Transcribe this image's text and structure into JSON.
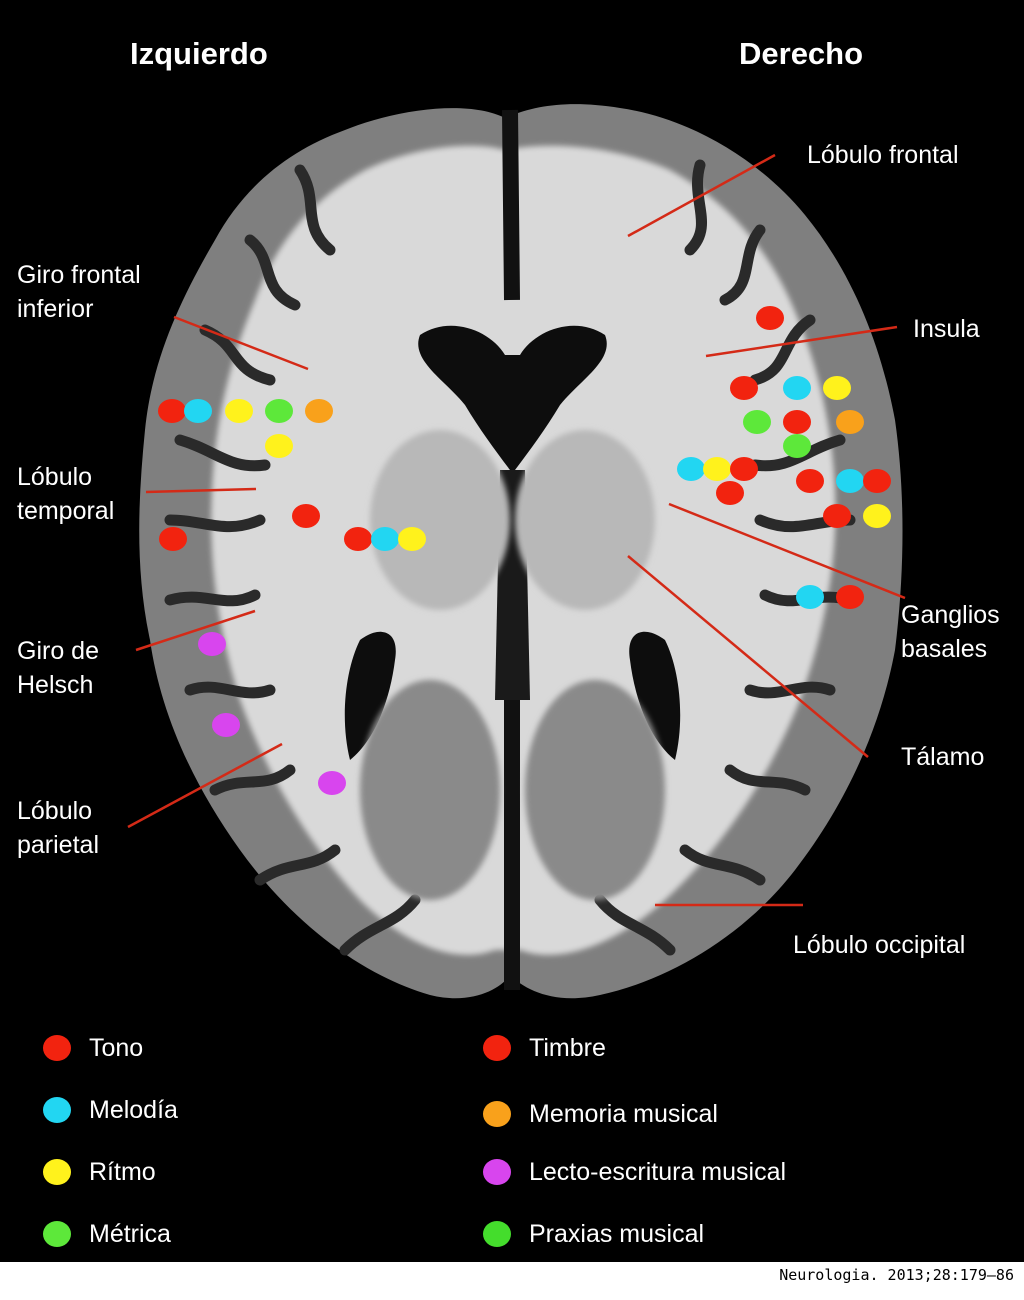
{
  "titles": {
    "left": "Izquierdo",
    "right": "Derecho"
  },
  "regions": {
    "frontal": "Lóbulo  frontal",
    "inferior_frontal": "Giro frontal\ninferior",
    "insula": "Insula",
    "temporal": "Lóbulo\ntemporal",
    "basal_ganglia": "Ganglios\nbasales",
    "heschl": "Giro de\nHelsch",
    "thalamus": "Tálamo",
    "parietal": "Lóbulo\nparietal",
    "occipital": "Lóbulo  occipital"
  },
  "legend": {
    "tono": {
      "label": "Tono",
      "color": "#f2230f"
    },
    "melodia": {
      "label": "Melodía",
      "color": "#22d6f2"
    },
    "ritmo": {
      "label": "Rítmo",
      "color": "#fff21c"
    },
    "metrica": {
      "label": "Métrica",
      "color": "#5de83a"
    },
    "timbre": {
      "label": "Timbre",
      "color": "#f2230f"
    },
    "memoria": {
      "label": "Memoria musical",
      "color": "#f9a11b"
    },
    "lecto": {
      "label": "Lecto-escritura musical",
      "color": "#d845ee"
    },
    "praxias": {
      "label": "Praxias musical",
      "color": "#44dd2c"
    }
  },
  "citation": "Neurologia. 2013;28:179–86"
}
